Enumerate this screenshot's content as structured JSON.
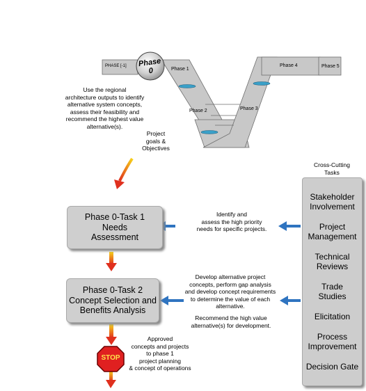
{
  "vee": {
    "phase_minus1": "PHASE [-1]",
    "phase0": "Phase 0",
    "phase1": "Phase 1",
    "phase2": "Phase 2",
    "phase3": "Phase 3",
    "phase4": "Phase 4",
    "phase5": "Phase 5"
  },
  "phase0_description": "Use the regional\narchitecture outputs to identify\nalternative system concepts,\nassess their feasibility and\nrecommend the highest value\nalternative(s).",
  "project_goals": "Project\ngoals &\nObjectives",
  "task1": {
    "label": "Phase 0-Task 1\nNeeds\nAssessment",
    "description": "Identify and\nassess the high priority\nneeds for specific projects."
  },
  "task2": {
    "label": "Phase 0-Task 2\nConcept Selection and\nBenefits Analysis",
    "description": "Develop alternative project\nconcepts, perform gap analysis\nand develop concept requirements\nto determine the value of each\nalternative.",
    "recommendation": "Recommend the high value\nalternative(s) for development."
  },
  "stop_sign": "STOP",
  "approved_text": "Approved\nconcepts and projects\nto phase 1\nproject planning\n& concept of operations",
  "cross_cutting": {
    "title": "Cross-Cutting\nTasks",
    "items": [
      "Stakeholder\nInvolvement",
      "Project\nManagement",
      "Technical\nReviews",
      "Trade\nStudies",
      "Elicitation",
      "Process\nImprovement",
      "Decision Gate"
    ]
  },
  "colors": {
    "arrow_blue": "#2f74c0",
    "arrow_red": "#e0301e",
    "arrow_yellow": "#f5c518",
    "vee_fill": "#c8c8c8",
    "stop_red": "#e02020"
  }
}
